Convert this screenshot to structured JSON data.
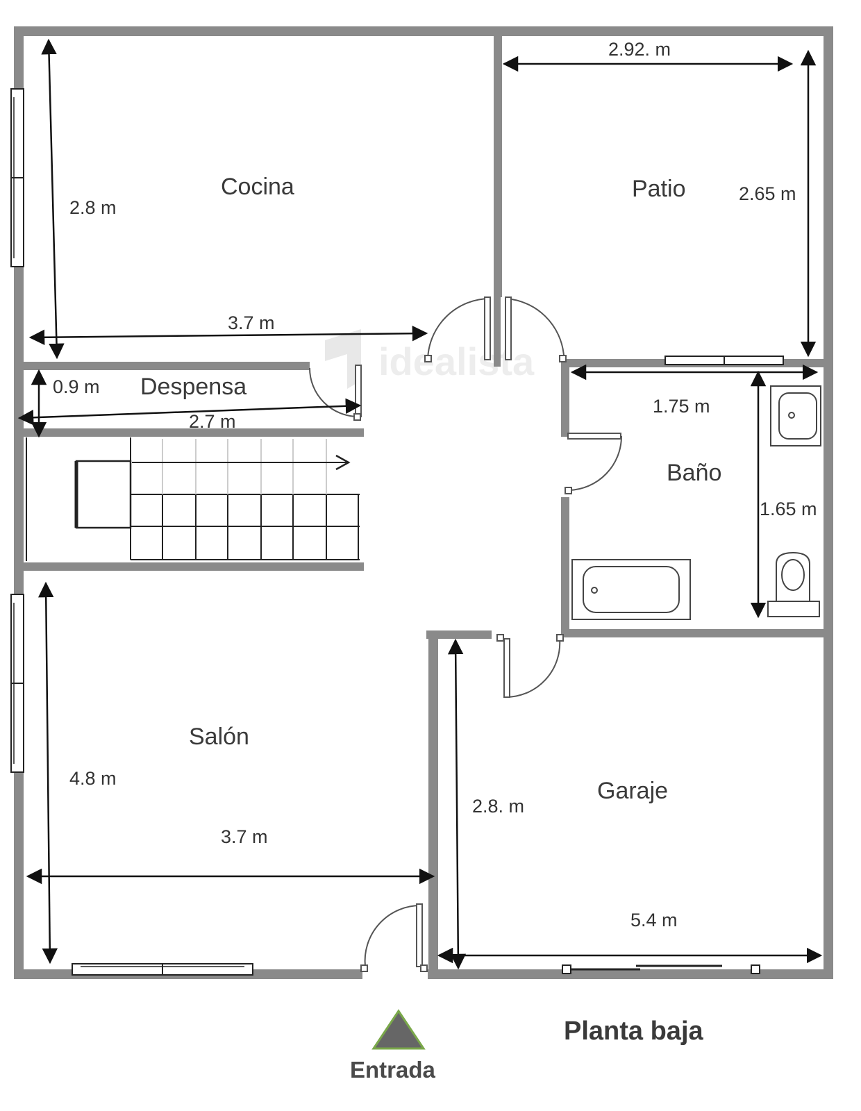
{
  "rooms": {
    "cocina": "Cocina",
    "patio": "Patio",
    "despensa": "Despensa",
    "bano": "Baño",
    "salon": "Salón",
    "garaje": "Garaje"
  },
  "dimensions": {
    "cocina_height": "2.8 m",
    "cocina_width": "3.7 m",
    "patio_width": "2.92. m",
    "patio_height": "2.65 m",
    "despensa_height": "0.9 m",
    "despensa_width": "2.7 m",
    "bano_width": "1.75 m",
    "bano_height": "1.65 m",
    "salon_height": "4.8 m",
    "salon_width": "3.7 m",
    "garaje_height": "2.8. m",
    "garaje_width": "5.4 m"
  },
  "footer": {
    "title": "Planta baja",
    "entry_label": "Entrada"
  },
  "watermark": "idealista",
  "colors": {
    "wall": "#8a8a8a",
    "entry_arrow_fill": "#666666",
    "entry_arrow_stroke": "#7aa84a"
  }
}
